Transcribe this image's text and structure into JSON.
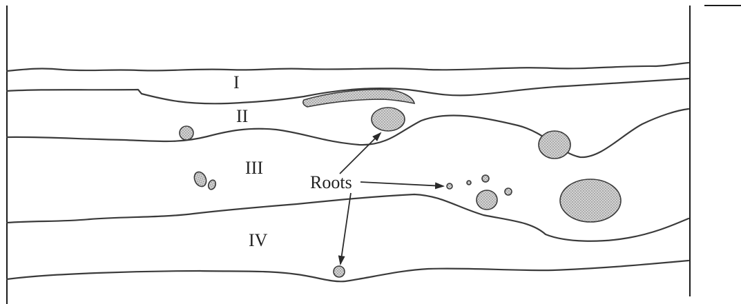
{
  "layers": [
    {
      "id": "I",
      "label": "I"
    },
    {
      "id": "II",
      "label": "II"
    },
    {
      "id": "III",
      "label": "III"
    },
    {
      "id": "IV",
      "label": "IV"
    }
  ],
  "annotation": {
    "roots_label": "Roots"
  },
  "colors": {
    "line": "#3a3a3a",
    "root_fill": "#c8c8c8",
    "background": "#ffffff"
  }
}
